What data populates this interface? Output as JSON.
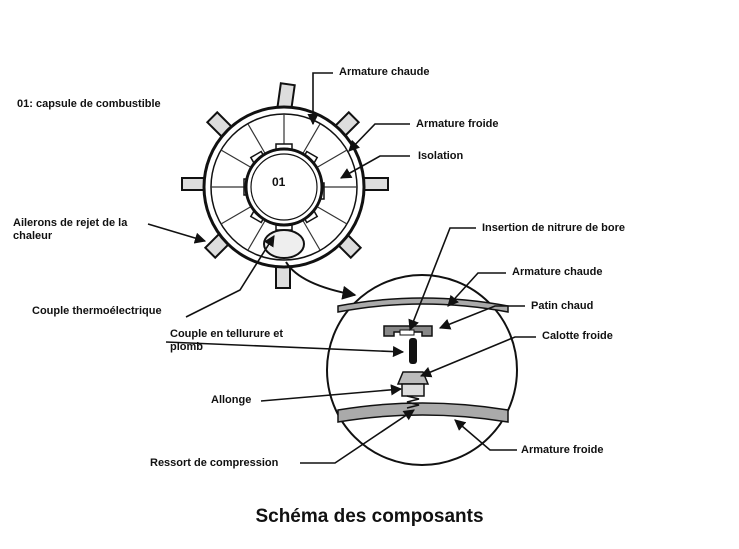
{
  "caption": "Schéma des composants",
  "center_label": "01",
  "legend": "01: capsule de combustible",
  "labels": {
    "armature_chaude_top": "Armature chaude",
    "armature_froide_top": "Armature froide",
    "isolation": "Isolation",
    "ailerons": "Ailerons de rejet de la chaleur",
    "couple_thermo": "Couple thermoélectrique",
    "insertion": "Insertion de nitrure de bore",
    "armature_chaude_detail": "Armature chaude",
    "patin_chaud": "Patin chaud",
    "couple_tellurure": "Couple en tellurure et plomb",
    "calotte_froide": "Calotte froide",
    "allonge": "Allonge",
    "ressort": "Ressort de compression",
    "armature_froide_detail": "Armature froide"
  }
}
